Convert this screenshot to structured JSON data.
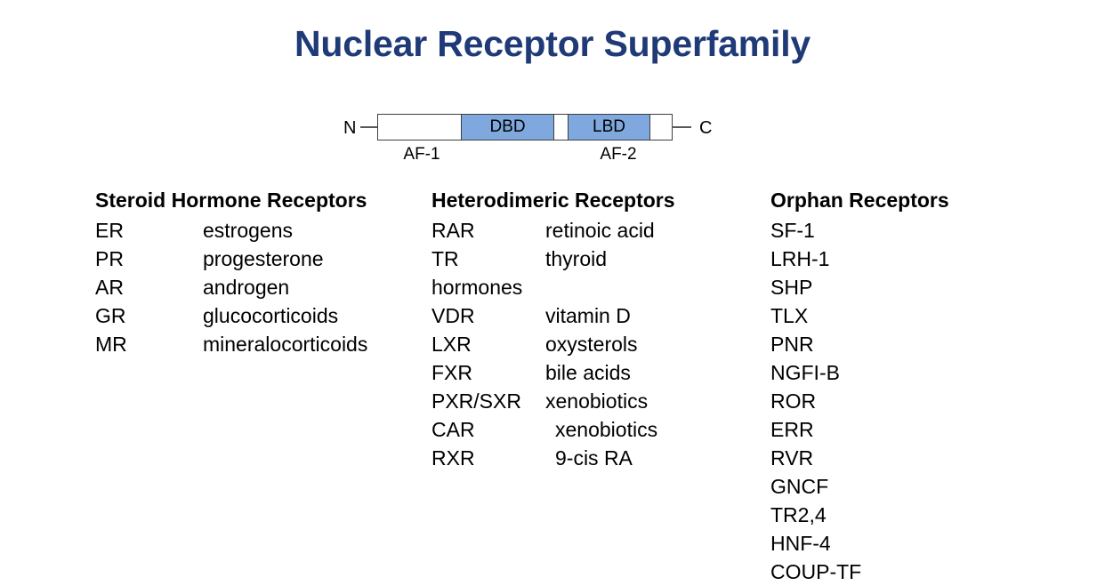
{
  "slide": {
    "title": "Nuclear Receptor Superfamily",
    "title_color": "#1F3A77",
    "background_color": "#FFFFFF"
  },
  "domain_diagram": {
    "n_terminus_label": "N",
    "c_terminus_label": "C",
    "domain_accent_color": "#7FA9DE",
    "segments": [
      {
        "name": "n-terminal-domain",
        "label": "",
        "filled": false
      },
      {
        "name": "dna-binding-domain",
        "label": "DBD",
        "filled": true
      },
      {
        "name": "hinge-region",
        "label": "",
        "filled": false
      },
      {
        "name": "ligand-binding-domain",
        "label": "LBD",
        "filled": true
      },
      {
        "name": "f-domain",
        "label": "",
        "filled": false
      }
    ],
    "activation_functions": [
      {
        "name": "af-1",
        "label": "AF-1"
      },
      {
        "name": "af-2",
        "label": "AF-2"
      }
    ]
  },
  "columns": [
    {
      "id": "steroid",
      "header": "Steroid Hormone Receptors",
      "rows": [
        {
          "abbr": "ER",
          "desc": "estrogens"
        },
        {
          "abbr": "PR",
          "desc": "progesterone"
        },
        {
          "abbr": "AR",
          "desc": "androgen"
        },
        {
          "abbr": "GR",
          "desc": "glucocorticoids"
        },
        {
          "abbr": "MR",
          "desc": "mineralocorticoids"
        }
      ]
    },
    {
      "id": "heterodimeric",
      "header": "Heterodimeric Receptors",
      "rows": [
        {
          "abbr": "RAR",
          "desc": "retinoic acid"
        },
        {
          "abbr": "TR",
          "desc": "thyroid"
        },
        {
          "abbr": "hormones",
          "desc": ""
        },
        {
          "abbr": "VDR",
          "desc": "vitamin D"
        },
        {
          "abbr": "LXR",
          "desc": "oxysterols"
        },
        {
          "abbr": "FXR",
          "desc": "bile acids"
        },
        {
          "abbr": "PXR/SXR",
          "desc": "xenobiotics"
        },
        {
          "abbr": "CAR",
          "desc": "xenobiotics"
        },
        {
          "abbr": "RXR",
          "desc": "9-cis RA"
        }
      ]
    },
    {
      "id": "orphan",
      "header": "Orphan Receptors",
      "rows": [
        {
          "abbr": "SF-1",
          "desc": ""
        },
        {
          "abbr": "LRH-1",
          "desc": ""
        },
        {
          "abbr": "SHP",
          "desc": ""
        },
        {
          "abbr": "TLX",
          "desc": ""
        },
        {
          "abbr": "PNR",
          "desc": ""
        },
        {
          "abbr": "NGFI-B",
          "desc": ""
        },
        {
          "abbr": "ROR",
          "desc": ""
        },
        {
          "abbr": "ERR",
          "desc": ""
        },
        {
          "abbr": "RVR",
          "desc": ""
        },
        {
          "abbr": "GNCF",
          "desc": ""
        },
        {
          "abbr": "TR2,4",
          "desc": ""
        },
        {
          "abbr": "HNF-4",
          "desc": ""
        },
        {
          "abbr": "COUP-TF",
          "desc": ""
        }
      ]
    }
  ]
}
